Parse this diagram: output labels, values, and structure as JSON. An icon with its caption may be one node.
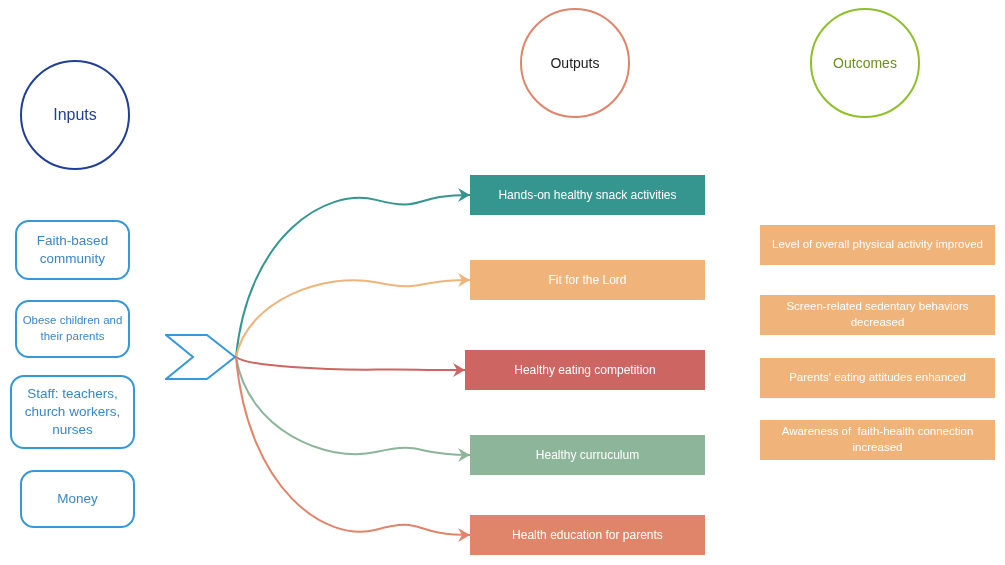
{
  "diagram": {
    "nodes": [
      {
        "text": [
          "Inputs"
        ]
      },
      {
        "text": [
          "Faith-based community"
        ]
      },
      {
        "text": [
          "Obese children and their parents"
        ]
      },
      {
        "text": [
          "Staff: teachers, church workers, nurses"
        ]
      },
      {
        "text": [
          "Money"
        ]
      },
      {
        "text": [],
        "shape": "chevron"
      },
      {
        "text": [
          "Outputs"
        ]
      },
      {
        "text": [
          "Hands-on healthy snack activities"
        ]
      },
      {
        "text": [
          "Fit for the Lord"
        ]
      },
      {
        "text": [
          "Healthy eating competition"
        ]
      },
      {
        "text": [
          "Healthy curruculum"
        ]
      },
      {
        "text": [
          "Health education for parents"
        ]
      },
      {
        "text": [
          "Outcomes"
        ]
      },
      {
        "text": [
          "Level of overall physical activity improved"
        ]
      },
      {
        "text": [
          "Screen-related sedentary behaviors decreased"
        ]
      },
      {
        "text": [
          "Parents' eating attitudes enhanced"
        ]
      },
      {
        "text": [
          "Awareness of  faith-health connection increased"
        ]
      }
    ],
    "edges": [
      {
        "from": 5,
        "to": 7,
        "arrow": "to",
        "color": "#35968f"
      },
      {
        "from": 5,
        "to": 8,
        "arrow": "to",
        "color": "#f0b37a"
      },
      {
        "from": 5,
        "to": 9,
        "arrow": "to",
        "color": "#cd6562"
      },
      {
        "from": 5,
        "to": 10,
        "arrow": "to",
        "color": "#8db59a"
      },
      {
        "from": 5,
        "to": 11,
        "arrow": "to",
        "color": "#e0856a"
      }
    ]
  }
}
